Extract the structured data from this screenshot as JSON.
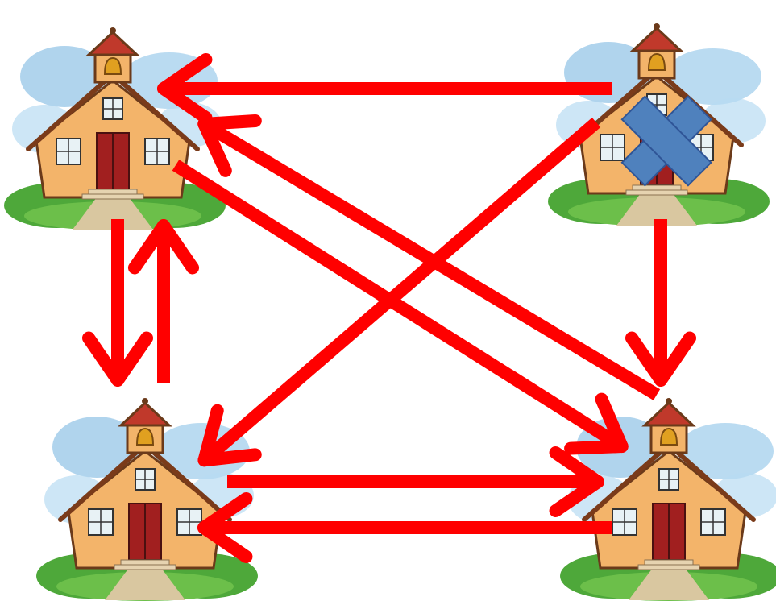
{
  "colors": {
    "arrow": "#ff0000",
    "cross": "#4f81bd",
    "cross_outline": "#2f5597",
    "wall": "#f3b46a",
    "roof": "#c8783c",
    "door": "#a11f1f",
    "grass": "#4ea83a",
    "sky": "#9cc9e8",
    "bell": "#e0a020"
  },
  "nodes": [
    {
      "id": "school-top-left",
      "icon": "schoolhouse-icon",
      "excluded": false
    },
    {
      "id": "school-top-right",
      "icon": "schoolhouse-icon",
      "excluded": true
    },
    {
      "id": "school-bottom-left",
      "icon": "schoolhouse-icon",
      "excluded": false
    },
    {
      "id": "school-bottom-right",
      "icon": "schoolhouse-icon",
      "excluded": false
    }
  ],
  "edges": [
    {
      "from": "school-top-right",
      "to": "school-top-left"
    },
    {
      "from": "school-bottom-right",
      "to": "school-top-left"
    },
    {
      "from": "school-top-left",
      "to": "school-bottom-right"
    },
    {
      "from": "school-top-right",
      "to": "school-bottom-left"
    },
    {
      "from": "school-top-left",
      "to": "school-bottom-left"
    },
    {
      "from": "school-bottom-left",
      "to": "school-top-left"
    },
    {
      "from": "school-top-right",
      "to": "school-bottom-right"
    },
    {
      "from": "school-bottom-left",
      "to": "school-bottom-right"
    },
    {
      "from": "school-bottom-right",
      "to": "school-bottom-left"
    }
  ],
  "marker": {
    "icon": "cross-icon",
    "on": "school-top-right"
  }
}
